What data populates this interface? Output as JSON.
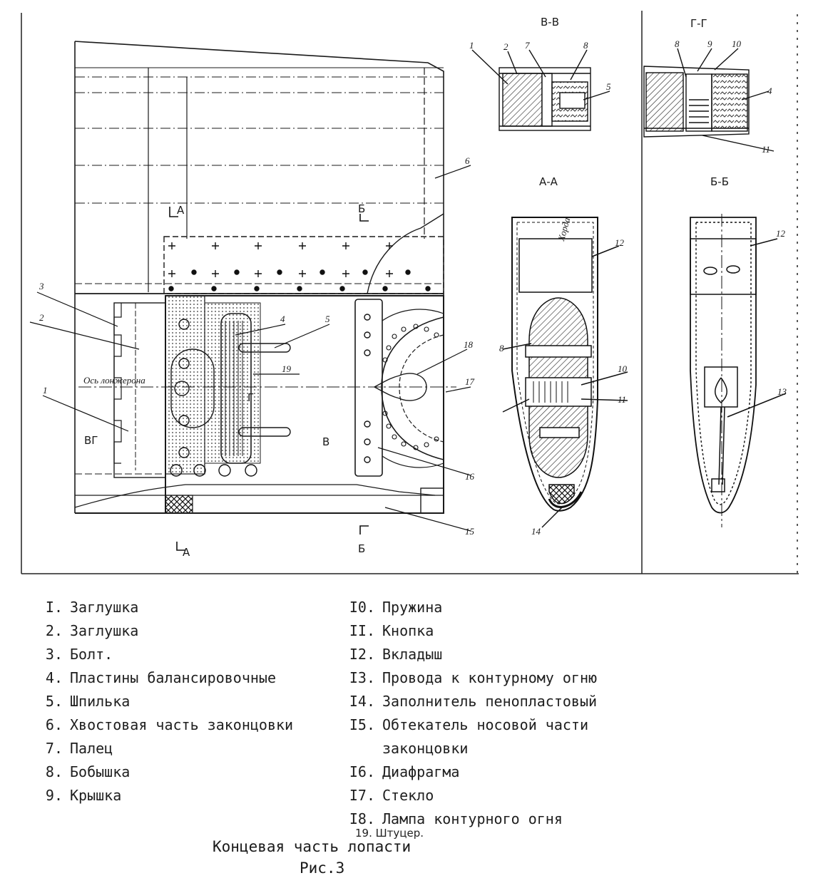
{
  "sections": {
    "v_v": "В-В",
    "g_g": "Г-Г",
    "a_a": "А-А",
    "b_b": "Б-Б",
    "cut_a": "А",
    "cut_b": "Б",
    "cut_g": "Г",
    "cut_v": "В",
    "vg": "ВГ"
  },
  "annotations": {
    "axis_note": "Ось лонжерона",
    "chord_note": "Хорда"
  },
  "callouts": [
    "1",
    "2",
    "3",
    "4",
    "5",
    "6",
    "7",
    "8",
    "9",
    "10",
    "11",
    "12",
    "13",
    "14",
    "15",
    "16",
    "17",
    "18",
    "19"
  ],
  "legend_left": [
    {
      "num": "I.",
      "text": "Заглушка"
    },
    {
      "num": "2.",
      "text": "Заглушка"
    },
    {
      "num": "3.",
      "text": "Болт."
    },
    {
      "num": "4.",
      "text": "Пластины балансировочные"
    },
    {
      "num": "5.",
      "text": "Шпилька"
    },
    {
      "num": "6.",
      "text": "Хвостовая часть законцовки"
    },
    {
      "num": "7.",
      "text": "Палец"
    },
    {
      "num": "8.",
      "text": "Бобышка"
    },
    {
      "num": "9.",
      "text": "Крышка"
    }
  ],
  "legend_right": [
    {
      "num": "I0.",
      "text": "Пружина"
    },
    {
      "num": "II.",
      "text": "Кнопка"
    },
    {
      "num": "I2.",
      "text": "Вкладыш"
    },
    {
      "num": "I3.",
      "text": "Провода к контурному огню"
    },
    {
      "num": "I4.",
      "text": "Заполнитель пенопластовый"
    },
    {
      "num": "I5.",
      "text": "Обтекатель носовой части"
    },
    {
      "num": "",
      "text": "законцовки"
    },
    {
      "num": "I6.",
      "text": "Диафрагма"
    },
    {
      "num": "I7.",
      "text": "Стекло"
    },
    {
      "num": "I8.",
      "text": "Лампа контурного огня"
    }
  ],
  "handwritten_item": "19. Штуцер.",
  "caption": "Концевая часть лопасти",
  "figure_number": "Рис.3"
}
